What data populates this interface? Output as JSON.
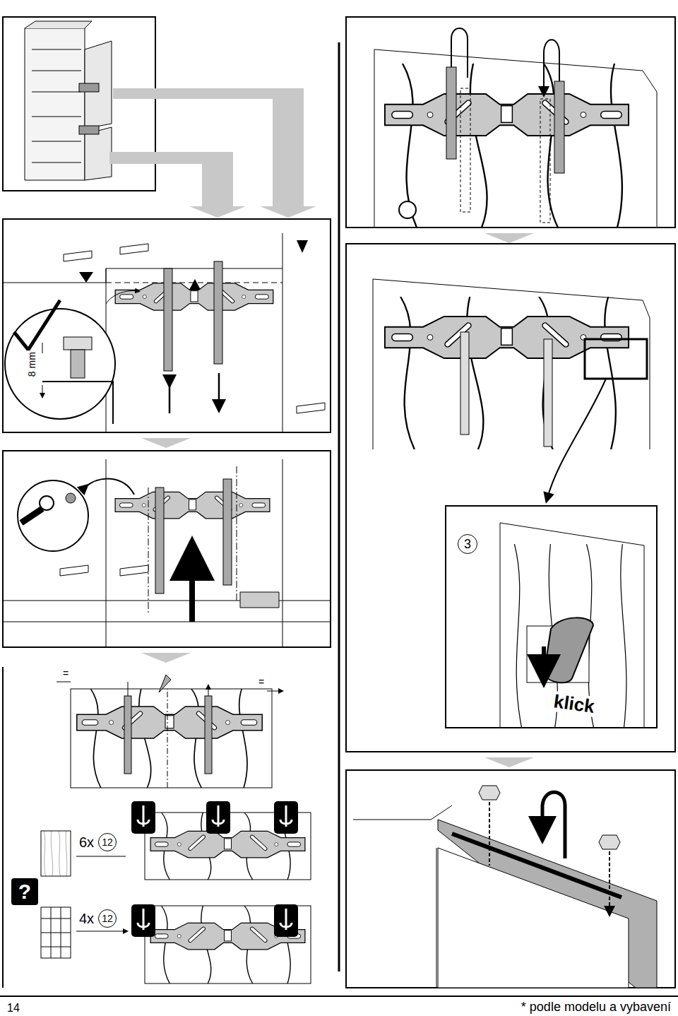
{
  "diagram": {
    "nodes": [
      {
        "text": [
          "3"
        ]
      },
      {
        "text": [
          "12"
        ]
      },
      {
        "text": [
          "12"
        ]
      },
      {
        "text": [
          "?"
        ]
      }
    ],
    "labels": [
      "8 mm",
      "klick",
      "6x",
      "4x",
      "=",
      "=",
      "14",
      "* podle modelu a vybavení"
    ]
  }
}
